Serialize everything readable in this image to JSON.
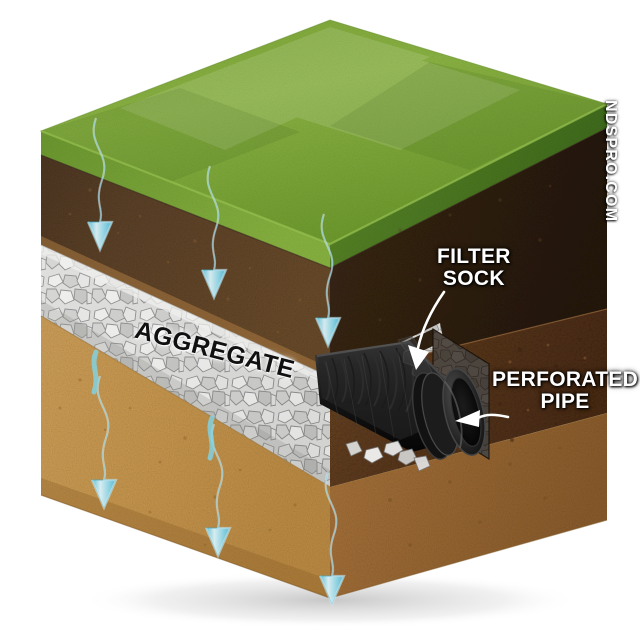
{
  "diagram": {
    "title": "French Drain Cross-Section",
    "type": "isometric-cutaway",
    "background_color": "#ffffff"
  },
  "labels": {
    "filter_sock": {
      "line1": "FILTER",
      "line2": "SOCK",
      "color": "#ffffff"
    },
    "perforated_pipe": {
      "line1": "PERFORATED",
      "line2": "PIPE",
      "color": "#ffffff"
    },
    "aggregate": {
      "text": "AGGREGATE",
      "color": "#101010"
    }
  },
  "watermark": {
    "text": "NDSPRO.COM",
    "color": "#ffffff"
  },
  "layers": [
    {
      "name": "grass",
      "display": "Grass / Turf",
      "color": "#7ba83a",
      "color_dark": "#4f7a22"
    },
    {
      "name": "topsoil",
      "display": "Topsoil",
      "color": "#4a3322",
      "color_dark": "#2f2014"
    },
    {
      "name": "aggregate",
      "display": "Aggregate Gravel",
      "color": "#d8d8d6",
      "color_dark": "#9a9a98"
    },
    {
      "name": "subsoil",
      "display": "Subsoil / Sand",
      "color": "#c89a55",
      "color_dark": "#9a6f34"
    },
    {
      "name": "rightwall",
      "display": "Cut Soil Wall",
      "color": "#6d4526",
      "color_dark": "#3c2413"
    }
  ],
  "components": {
    "pipe": {
      "name": "Perforated Pipe",
      "color": "#1a1a1a",
      "style": "corrugated"
    },
    "sock": {
      "name": "Filter Sock",
      "color": "#2a2a2a",
      "style": "fabric-wrap"
    }
  },
  "water_arrows": {
    "color": "#7fd4e8",
    "color_light": "#cfeef6",
    "count_topsoil": 3,
    "count_subsoil": 3,
    "direction": "down",
    "shape": "wavy"
  }
}
